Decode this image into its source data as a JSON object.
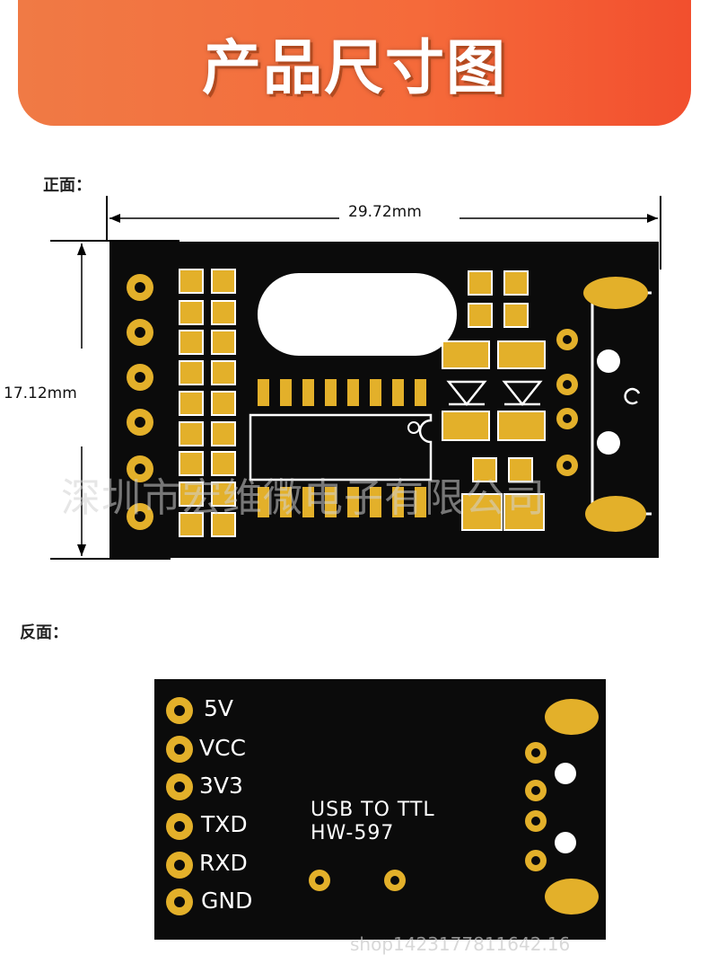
{
  "header": {
    "title": "产品尺寸图"
  },
  "front": {
    "label": "正面：",
    "width_dim": "29.72mm",
    "height_dim": "17.12mm",
    "watermark": "深圳市宏维微电子有限公司"
  },
  "back": {
    "label": "反面：",
    "pins": [
      "5V",
      "VCC",
      "3V3",
      "TXD",
      "RXD",
      "GND"
    ],
    "module_line1": "USB TO TTL",
    "module_line2": "HW-597",
    "bottom_watermark": "shop1423177811642.16"
  },
  "colors": {
    "banner_start": "#f07a45",
    "banner_end": "#f24f2e",
    "board": "#0b0b0b",
    "gold": "#e3b02a"
  }
}
